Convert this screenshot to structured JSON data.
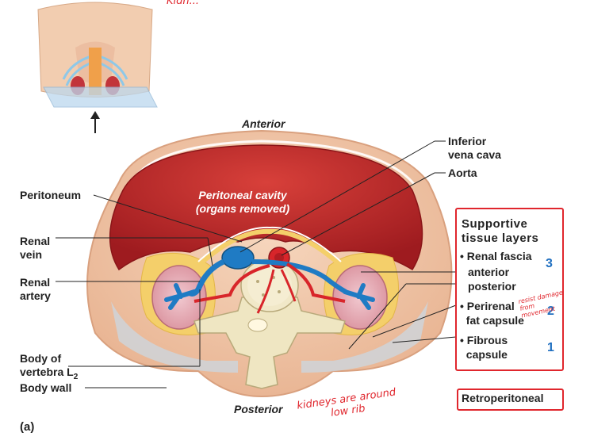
{
  "labels": {
    "anterior": "Anterior",
    "posterior": "Posterior",
    "inferior_vena_cava": "Inferior\nvena cava",
    "aorta": "Aorta",
    "peritoneum": "Peritoneum",
    "renal_vein": "Renal\nvein",
    "renal_artery": "Renal\nartery",
    "body_of_vertebra_prefix": "Body of\nvertebra L",
    "vertebra_subscript": "2",
    "body_wall": "Body wall",
    "peritoneal_cavity": "Peritoneal cavity\n(organs removed)",
    "panel": "(a)"
  },
  "supportive_box": {
    "title": "Supportive\ntissue layers",
    "items": [
      {
        "text": "• Renal fascia",
        "number": "3"
      },
      {
        "text": "anterior"
      },
      {
        "text": "posterior"
      },
      {
        "text": "• Perirenal\n  fat capsule",
        "number": "2"
      },
      {
        "text": "• Fibrous\n  capsule",
        "number": "1"
      }
    ]
  },
  "retro_box": {
    "label": "Retroperitoneal"
  },
  "handwritten": {
    "top": "Kidn...",
    "note1": "resist damage\nfrom\nmovement",
    "note2": "kidneys are around\nlow rib"
  },
  "colors": {
    "accent_red": "#e0262d",
    "number_blue": "#1f6fc0",
    "muscle_red": "#c0282a",
    "skin": "#f0c7a8",
    "fat": "#f4cf6a",
    "vein_blue": "#1f7bc4",
    "artery_red": "#d8252a"
  }
}
